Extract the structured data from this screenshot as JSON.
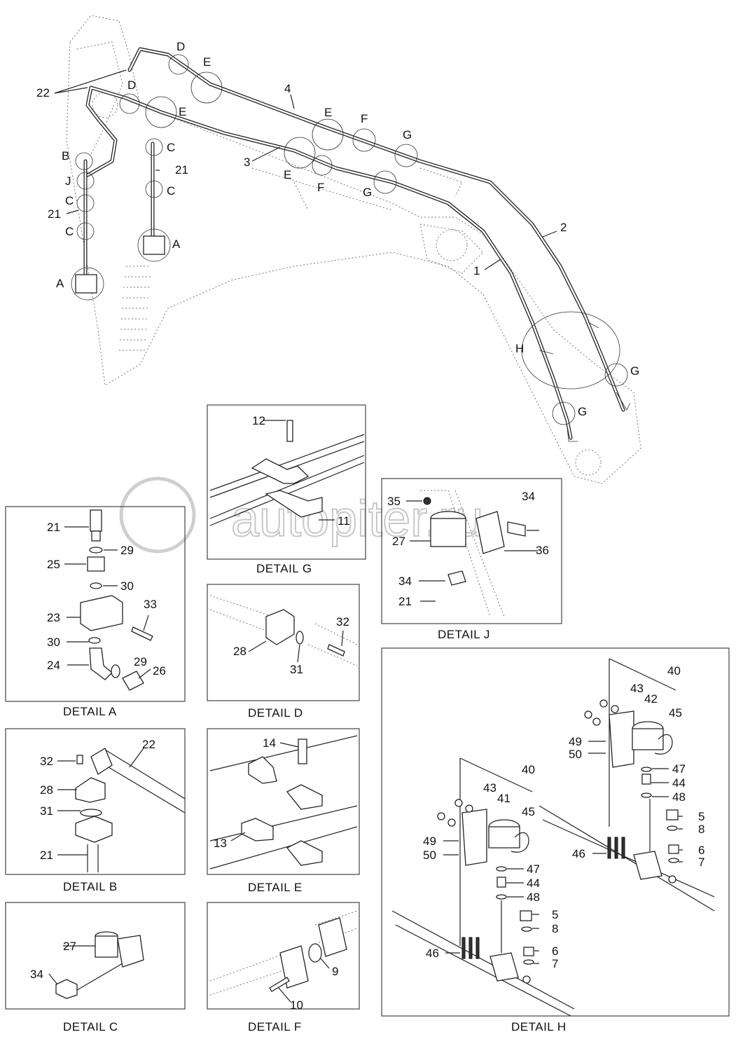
{
  "watermark": "autopiter.ru",
  "main_callouts": {
    "n22": "22",
    "n4": "4",
    "n3": "3",
    "n2": "2",
    "n1": "1",
    "n21a": "21",
    "n21b": "21",
    "D1": "D",
    "D2": "D",
    "E1": "E",
    "E2": "E",
    "E3": "E",
    "E4": "E",
    "F1": "F",
    "F2": "F",
    "G1": "G",
    "G2": "G",
    "G3": "G",
    "G4": "G",
    "B": "B",
    "J": "J",
    "C1": "C",
    "C2": "C",
    "C3": "C",
    "C4": "C",
    "A1": "A",
    "A2": "A",
    "H": "H"
  },
  "details": {
    "A": {
      "caption": "DETAIL  A",
      "labels": [
        "21",
        "29",
        "25",
        "30",
        "23",
        "33",
        "30",
        "24",
        "29",
        "26"
      ]
    },
    "B": {
      "caption": "DETAIL  B",
      "labels": [
        "22",
        "32",
        "28",
        "31",
        "21"
      ]
    },
    "C": {
      "caption": "DETAIL  C",
      "labels": [
        "27",
        "34"
      ]
    },
    "D": {
      "caption": "DETAIL  D",
      "labels": [
        "32",
        "28",
        "31"
      ]
    },
    "E": {
      "caption": "DETAIL  E",
      "labels": [
        "14",
        "13"
      ]
    },
    "F": {
      "caption": "DETAIL  F",
      "labels": [
        "9",
        "10"
      ]
    },
    "G": {
      "caption": "DETAIL  G",
      "labels": [
        "12",
        "11"
      ]
    },
    "J": {
      "caption": "DETAIL  J",
      "labels": [
        "35",
        "34",
        "27",
        "36",
        "34",
        "21"
      ]
    },
    "H": {
      "caption": "DETAIL  H",
      "labels": [
        "40",
        "43",
        "42",
        "45",
        "49",
        "50",
        "47",
        "44",
        "48",
        "5",
        "8",
        "6",
        "7",
        "46",
        "40",
        "43",
        "41",
        "45",
        "49",
        "50",
        "47",
        "44",
        "48",
        "5",
        "8",
        "6",
        "7",
        "46"
      ]
    }
  }
}
